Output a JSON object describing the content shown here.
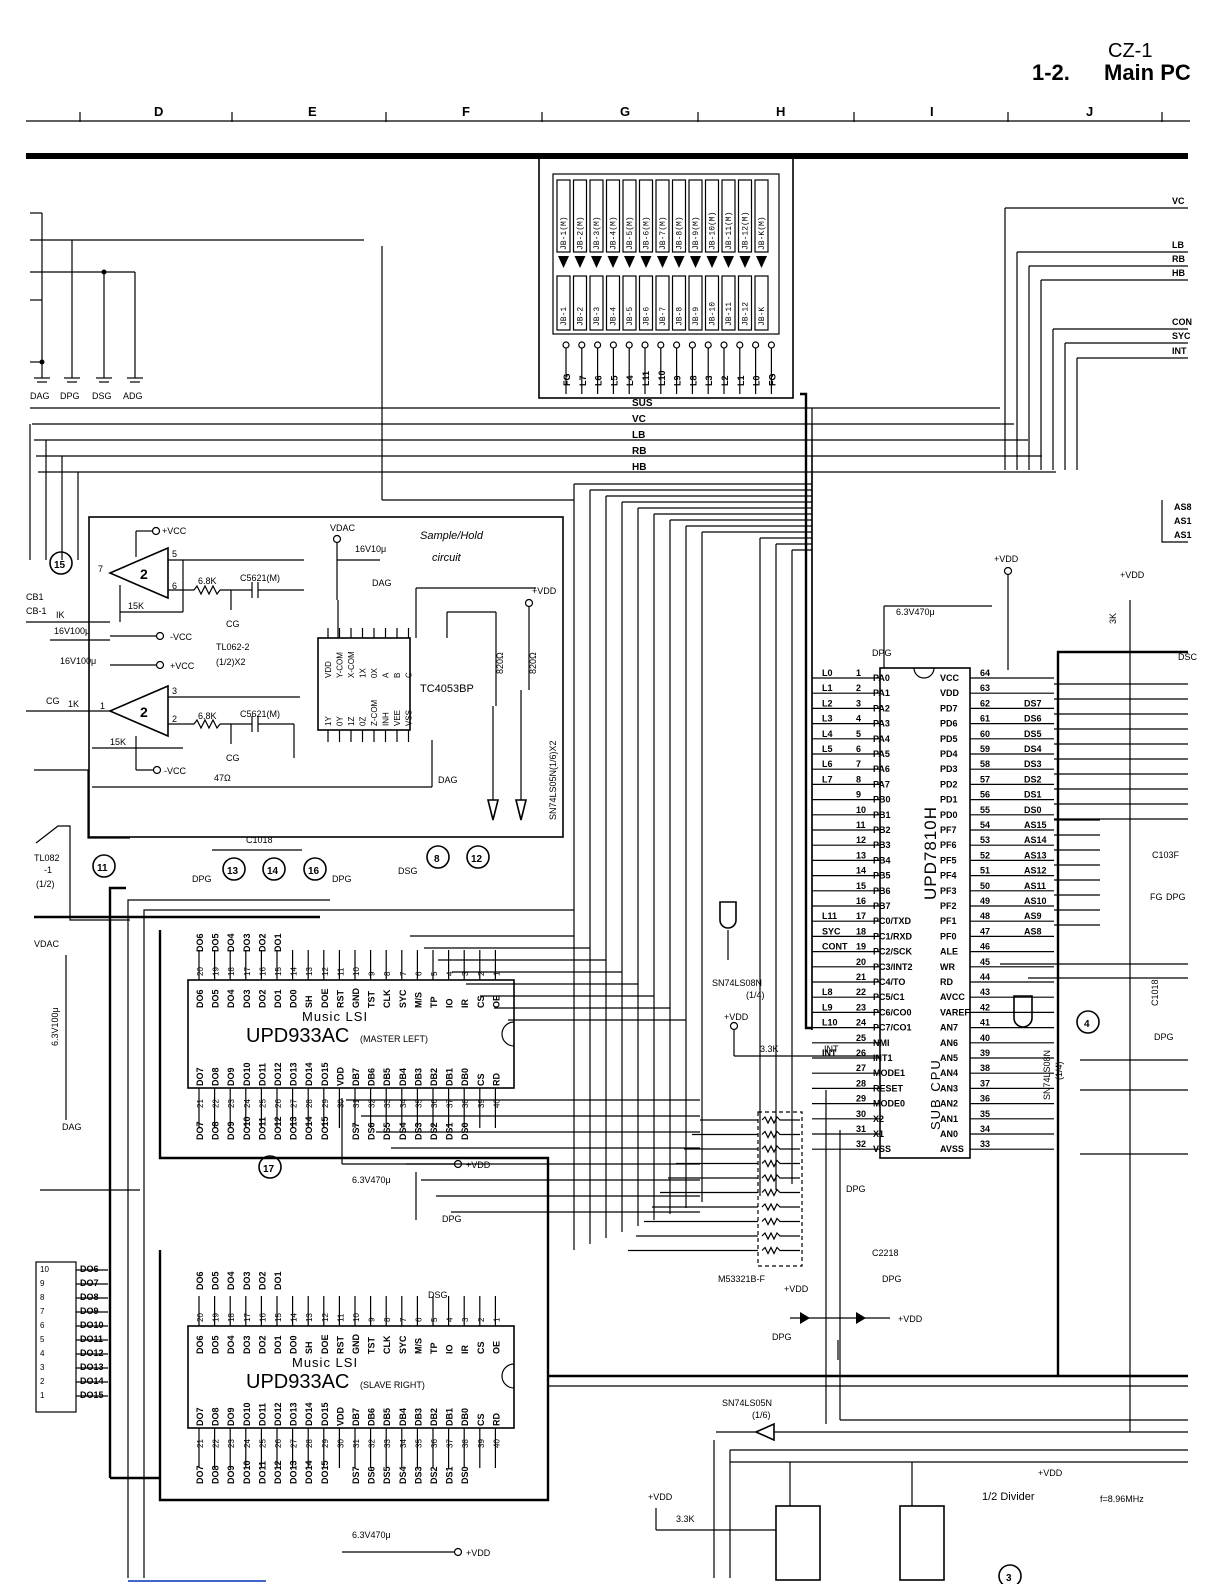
{
  "header": {
    "model": "CZ-1",
    "section_number": "1-2.",
    "section_title": "Main PC"
  },
  "grid_columns": [
    "D",
    "E",
    "F",
    "G",
    "H",
    "I",
    "J"
  ],
  "grounds_top": [
    "DAG",
    "DPG",
    "DSG",
    "ADG"
  ],
  "display_connector": {
    "top_labels": [
      "JB-1(M)",
      "JB-2(M)",
      "JB-3(M)",
      "JB-4(M)",
      "JB-5(M)",
      "JB-6(M)",
      "JB-7(M)",
      "JB-8(M)",
      "JB-9(M)",
      "JB-10(M)",
      "JB-11(M)",
      "JB-12(M)",
      "JB-K(M)"
    ],
    "mid_labels": [
      "JB-1",
      "JB-2",
      "JB-3",
      "JB-4",
      "JB-5",
      "JB-6",
      "JB-7",
      "JB-8",
      "JB-9",
      "JB-10",
      "JB-11",
      "JB-12",
      "JB-K"
    ],
    "pins": [
      "FG",
      "L7",
      "L6",
      "L5",
      "L4",
      "L11",
      "L10",
      "L9",
      "L8",
      "L3",
      "L2",
      "L1",
      "L0",
      "FG"
    ]
  },
  "bus_lines": [
    "SUS",
    "VC",
    "LB",
    "RB",
    "HB"
  ],
  "right_edge_labels": [
    "VC",
    "LB",
    "RB",
    "HB",
    "CON",
    "SYC",
    "INT"
  ],
  "right_edge_labels_2": [
    "AS8",
    "AS1",
    "AS1"
  ],
  "sample_hold": {
    "title_line1": "Sample/Hold",
    "title_line2": "circuit",
    "opamp_part": "TL062-2",
    "opamp_qty": "(1/2)X2",
    "mux_part": "TC4053BP",
    "vcc_plus": "+VCC",
    "vcc_minus": "-VCC",
    "vdac": "VDAC",
    "cap_top": "16V10μ",
    "dag": "DAG",
    "res_68k": "6.8K",
    "cap_c5621": "C5621(M)",
    "res_15k": "15K",
    "res_1k": "1K",
    "cap_16v100": "16V100μ",
    "cg": "CG",
    "res_47": "47Ω",
    "res_820": "820Ω",
    "inverter_part": "SN74LS05N(1/6)X2",
    "opamp_num": "2",
    "mux_pins_top": [
      "VDD",
      "Y-COM",
      "X-COM",
      "1X",
      "0X",
      "A",
      "B",
      "C"
    ],
    "mux_pins_bottom": [
      "1Y",
      "0Y",
      "1Z",
      "0Z",
      "Z-COM",
      "INH",
      "VEE",
      "VSS"
    ]
  },
  "left_labels": [
    "CB1",
    "CB-1",
    "IK",
    "TL082",
    "-1",
    "(1/2)",
    "VDAC",
    "6.3V100μ",
    "DAG"
  ],
  "callouts": [
    "15",
    "11",
    "13",
    "14",
    "16",
    "8",
    "12",
    "4",
    "17",
    "3"
  ],
  "cpu": {
    "part": "UPD7810H",
    "role": "SUB CPU",
    "left_pins": [
      {
        "n": "1",
        "name": "PA0",
        "sig": "L0"
      },
      {
        "n": "2",
        "name": "PA1",
        "sig": "L1"
      },
      {
        "n": "3",
        "name": "PA2",
        "sig": "L2"
      },
      {
        "n": "4",
        "name": "PA3",
        "sig": "L3"
      },
      {
        "n": "5",
        "name": "PA4",
        "sig": "L4"
      },
      {
        "n": "6",
        "name": "PA5",
        "sig": "L5"
      },
      {
        "n": "7",
        "name": "PA6",
        "sig": "L6"
      },
      {
        "n": "8",
        "name": "PA7",
        "sig": "L7"
      },
      {
        "n": "9",
        "name": "PB0",
        "sig": ""
      },
      {
        "n": "10",
        "name": "PB1",
        "sig": ""
      },
      {
        "n": "11",
        "name": "PB2",
        "sig": ""
      },
      {
        "n": "12",
        "name": "PB3",
        "sig": ""
      },
      {
        "n": "13",
        "name": "PB4",
        "sig": ""
      },
      {
        "n": "14",
        "name": "PB5",
        "sig": ""
      },
      {
        "n": "15",
        "name": "PB6",
        "sig": ""
      },
      {
        "n": "16",
        "name": "PB7",
        "sig": ""
      },
      {
        "n": "17",
        "name": "PC0/TXD",
        "sig": "L11"
      },
      {
        "n": "18",
        "name": "PC1/RXD",
        "sig": "SYC"
      },
      {
        "n": "19",
        "name": "PC2/SCK",
        "sig": "CONT"
      },
      {
        "n": "20",
        "name": "PC3/INT2",
        "sig": ""
      },
      {
        "n": "21",
        "name": "PC4/TO",
        "sig": ""
      },
      {
        "n": "22",
        "name": "PC5/C1",
        "sig": "L8"
      },
      {
        "n": "23",
        "name": "PC6/CO0",
        "sig": "L9"
      },
      {
        "n": "24",
        "name": "PC7/CO1",
        "sig": "L10"
      },
      {
        "n": "25",
        "name": "NMI",
        "sig": ""
      },
      {
        "n": "26",
        "name": "INT1",
        "sig": "INT"
      },
      {
        "n": "27",
        "name": "MODE1",
        "sig": ""
      },
      {
        "n": "28",
        "name": "RESET",
        "sig": ""
      },
      {
        "n": "29",
        "name": "MODE0",
        "sig": ""
      },
      {
        "n": "30",
        "name": "X2",
        "sig": ""
      },
      {
        "n": "31",
        "name": "X1",
        "sig": ""
      },
      {
        "n": "32",
        "name": "VSS",
        "sig": ""
      }
    ],
    "right_pins": [
      {
        "n": "64",
        "name": "VCC",
        "sig": ""
      },
      {
        "n": "63",
        "name": "VDD",
        "sig": ""
      },
      {
        "n": "62",
        "name": "PD7",
        "sig": "DS7"
      },
      {
        "n": "61",
        "name": "PD6",
        "sig": "DS6"
      },
      {
        "n": "60",
        "name": "PD5",
        "sig": "DS5"
      },
      {
        "n": "59",
        "name": "PD4",
        "sig": "DS4"
      },
      {
        "n": "58",
        "name": "PD3",
        "sig": "DS3"
      },
      {
        "n": "57",
        "name": "PD2",
        "sig": "DS2"
      },
      {
        "n": "56",
        "name": "PD1",
        "sig": "DS1"
      },
      {
        "n": "55",
        "name": "PD0",
        "sig": "DS0"
      },
      {
        "n": "54",
        "name": "PF7",
        "sig": "AS15"
      },
      {
        "n": "53",
        "name": "PF6",
        "sig": "AS14"
      },
      {
        "n": "52",
        "name": "PF5",
        "sig": "AS13"
      },
      {
        "n": "51",
        "name": "PF4",
        "sig": "AS12"
      },
      {
        "n": "50",
        "name": "PF3",
        "sig": "AS11"
      },
      {
        "n": "49",
        "name": "PF2",
        "sig": "AS10"
      },
      {
        "n": "48",
        "name": "PF1",
        "sig": "AS9"
      },
      {
        "n": "47",
        "name": "PF0",
        "sig": "AS8"
      },
      {
        "n": "46",
        "name": "ALE",
        "sig": ""
      },
      {
        "n": "45",
        "name": "WR",
        "sig": ""
      },
      {
        "n": "44",
        "name": "RD",
        "sig": ""
      },
      {
        "n": "43",
        "name": "AVCC",
        "sig": ""
      },
      {
        "n": "42",
        "name": "VAREF",
        "sig": ""
      },
      {
        "n": "41",
        "name": "AN7",
        "sig": ""
      },
      {
        "n": "40",
        "name": "AN6",
        "sig": ""
      },
      {
        "n": "39",
        "name": "AN5",
        "sig": ""
      },
      {
        "n": "38",
        "name": "AN4",
        "sig": ""
      },
      {
        "n": "37",
        "name": "AN3",
        "sig": ""
      },
      {
        "n": "36",
        "name": "AN2",
        "sig": ""
      },
      {
        "n": "35",
        "name": "AN1",
        "sig": ""
      },
      {
        "n": "34",
        "name": "AN0",
        "sig": ""
      },
      {
        "n": "33",
        "name": "AVSS",
        "sig": ""
      }
    ],
    "vdd": "+VDD",
    "dpg": "DPG",
    "cap": "6.3V470μ"
  },
  "music_lsi_master": {
    "title": "Music LSI",
    "part": "UPD933AC",
    "role": "(MASTER LEFT)",
    "top_pins": [
      {
        "n": "20",
        "name": "DO6"
      },
      {
        "n": "19",
        "name": "DO5"
      },
      {
        "n": "18",
        "name": "DO4"
      },
      {
        "n": "17",
        "name": "DO3"
      },
      {
        "n": "16",
        "name": "DO2"
      },
      {
        "n": "15",
        "name": "DO1"
      },
      {
        "n": "14",
        "name": "DO0"
      },
      {
        "n": "13",
        "name": "SH"
      },
      {
        "n": "12",
        "name": "DOE"
      },
      {
        "n": "11",
        "name": "RST"
      },
      {
        "n": "10",
        "name": "GND"
      },
      {
        "n": "9",
        "name": "TST"
      },
      {
        "n": "8",
        "name": "CLK"
      },
      {
        "n": "7",
        "name": "SYC"
      },
      {
        "n": "6",
        "name": "M/S"
      },
      {
        "n": "5",
        "name": "TP"
      },
      {
        "n": "4",
        "name": "IO"
      },
      {
        "n": "3",
        "name": "IR"
      },
      {
        "n": "2",
        "name": "CS"
      },
      {
        "n": "1",
        "name": "OE"
      }
    ],
    "bottom_pins": [
      {
        "n": "21",
        "name": "DO7"
      },
      {
        "n": "22",
        "name": "DO8"
      },
      {
        "n": "23",
        "name": "DO9"
      },
      {
        "n": "24",
        "name": "DO10"
      },
      {
        "n": "25",
        "name": "DO11"
      },
      {
        "n": "26",
        "name": "DO12"
      },
      {
        "n": "27",
        "name": "DO13"
      },
      {
        "n": "28",
        "name": "DO14"
      },
      {
        "n": "29",
        "name": "DO15"
      },
      {
        "n": "30",
        "name": "VDD"
      },
      {
        "n": "31",
        "name": "DB7"
      },
      {
        "n": "32",
        "name": "DB6"
      },
      {
        "n": "33",
        "name": "DB5"
      },
      {
        "n": "34",
        "name": "DB4"
      },
      {
        "n": "35",
        "name": "DB3"
      },
      {
        "n": "36",
        "name": "DB2"
      },
      {
        "n": "37",
        "name": "DB1"
      },
      {
        "n": "38",
        "name": "DB0"
      },
      {
        "n": "39",
        "name": "CS"
      },
      {
        "n": "40",
        "name": "RD"
      }
    ],
    "top_wires": [
      "DO6",
      "DO5",
      "DO4",
      "DO3",
      "DO2",
      "DO1"
    ],
    "bottom_wires": [
      "DO7",
      "DO8",
      "DO9",
      "DO10",
      "DO11",
      "DO12",
      "DO13",
      "DO14",
      "DO15",
      "DS7",
      "DS6",
      "DS5",
      "DS4",
      "DS3",
      "DS2",
      "DS1",
      "DS0"
    ]
  },
  "music_lsi_slave": {
    "title": "Music LSI",
    "part": "UPD933AC",
    "role": "(SLAVE RIGHT)",
    "top_wires": [
      "DO6",
      "DO5",
      "DO4",
      "DO3",
      "DO2",
      "DO1"
    ],
    "bottom_wires": [
      "DO7",
      "DO8",
      "DO9",
      "DO10",
      "DO11",
      "DO12",
      "DO13",
      "DO14",
      "DO15",
      "DS7",
      "DS6",
      "DS5",
      "DS4",
      "DS3",
      "DS2",
      "DS1",
      "DS0"
    ]
  },
  "left_bus": {
    "pins": [
      "10",
      "9",
      "8",
      "7",
      "6",
      "5",
      "4",
      "3",
      "2",
      "1"
    ],
    "signals": [
      "DO6",
      "DO7",
      "DO8",
      "DO9",
      "DO10",
      "DO11",
      "DO12",
      "DO13",
      "DO14",
      "DO15"
    ]
  },
  "misc": {
    "cap_c1018": "C1018",
    "dpg": "DPG",
    "dsg": "DSG",
    "cap_6v3_470": "6.3V470μ",
    "vdd": "+VDD",
    "and_gate": "SN74LS08N",
    "and_gate_qty": "(1/4)",
    "and_gate_2": "SN74LS08N",
    "and_gate_2_qty": "(1/4)",
    "res_3k3": "3.3K",
    "int_label": "INT",
    "res_array": "M53321B-F",
    "cap_c2218": "C2218",
    "inverter_05": "SN74LS05N",
    "inverter_05_qty": "(1/6)",
    "divider": "1/2 Divider",
    "crystal": "f=8.96MHz",
    "cap_c1018b": "C1018",
    "cap_c1036": "C103F",
    "fg": "FG",
    "res_3k": "3K",
    "res_3k3_b": "3.3K",
    "dsc": "DSC"
  }
}
